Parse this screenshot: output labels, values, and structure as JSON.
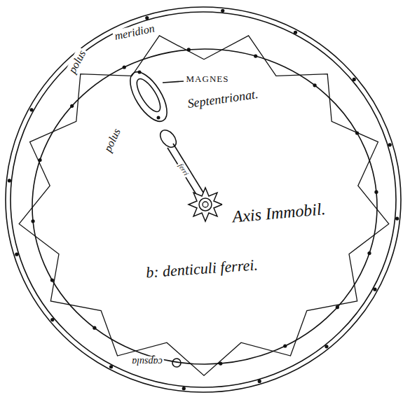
{
  "diagram": {
    "labels": [
      "polus",
      "meridion",
      "MAGNES",
      "polus",
      "Septentrionat.",
      "ferri",
      "Axis Immobil.",
      "b: denticuli ferrei.",
      "capsula"
    ]
  }
}
